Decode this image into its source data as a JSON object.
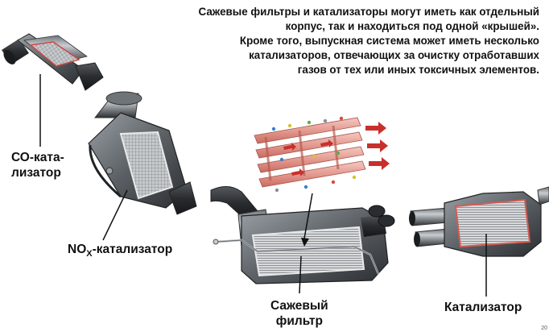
{
  "caption": {
    "lines": [
      "Сажевые фильтры и катализаторы могут иметь как отдельный",
      "корпус, так и находиться под одной «крышей».",
      "Кроме того, выпускная система может иметь несколько",
      "катализаторов, отвечающих за очистку отработавших",
      "газов от тех или иных токсичных элементов."
    ]
  },
  "labels": {
    "co_line1": "СО-ката-",
    "co_line2": "лизатор",
    "nox_prefix": "NO",
    "nox_sub": "X",
    "nox_suffix": "-катализатор",
    "soot_line1": "Сажевый",
    "soot_line2": "фильтр",
    "catalyst": "Катализатор"
  },
  "credit": "20",
  "colors": {
    "metal_dark": "#3a3d40",
    "metal_mid": "#8a8f94",
    "metal_light": "#d4d7da",
    "honeycomb": "#b9bcbf",
    "accent_red": "#c8302c",
    "pink": "#e8a8a0"
  }
}
